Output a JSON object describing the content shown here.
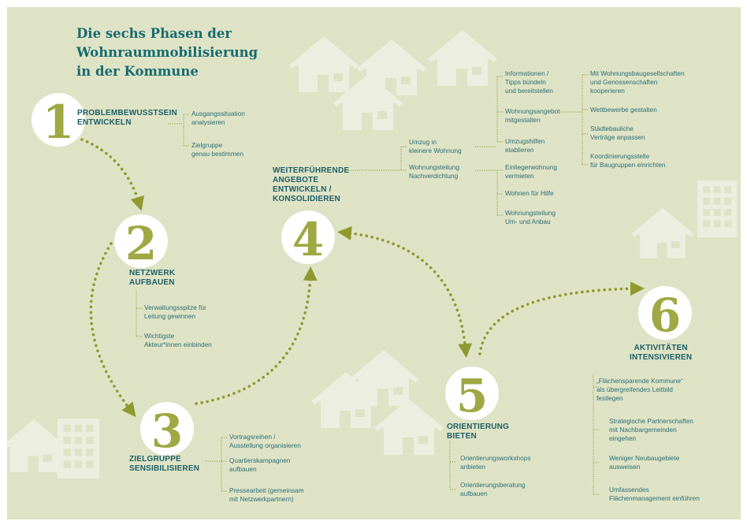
{
  "title": [
    "Die sechs Phasen der",
    "Wohnraummobilisierung",
    "in der Kommune"
  ],
  "colors": {
    "background": "#dfe3c6",
    "accent_green": "#8e9a2e",
    "text_teal": "#1b5e66",
    "circle": "#ffffff",
    "house": "#eceee0"
  },
  "phases": [
    {
      "number": "1",
      "label": [
        "PROBLEMBEWUSSTSEIN",
        "ENTWICKELN"
      ],
      "items": [
        [
          "Ausgangssituation",
          "analysieren"
        ],
        [
          "Zielgruppe",
          "genau bestimmen"
        ]
      ]
    },
    {
      "number": "2",
      "label": [
        "NETZWERK",
        "AUFBAUEN"
      ],
      "items": [
        [
          "Verwaltungsspitze für",
          "Leitung gewinnen"
        ],
        [
          "Wichtigste",
          "Akteur*innen einbinden"
        ]
      ]
    },
    {
      "number": "3",
      "label": [
        "ZIELGRUPPE",
        "SENSIBILISIEREN"
      ],
      "items": [
        [
          "Vortragsreihen /",
          "Ausstellung organisieren"
        ],
        [
          "Quartierskampagnen",
          "aufbauen"
        ],
        [
          "Pressearbeit (gemeinsam",
          "mit Netzwerkpartnern)"
        ]
      ]
    },
    {
      "number": "4",
      "label": [
        "WEITERFÜHRENDE",
        "ANGEBOTE",
        "ENTWICKELN /",
        "KONSOLIDIEREN"
      ],
      "branches": [
        {
          "label": [
            "Umzug in",
            "kleinere Wohnung"
          ],
          "items": [
            {
              "label": [
                "Informationen /",
                "Tipps bündeln",
                "und bereitstellen"
              ]
            },
            {
              "label": [
                "Wohnungsangebot",
                "mitgestalten"
              ],
              "subitems": [
                [
                  "Mit Wohnungsbaugesellschaften",
                  "und Genossenschaften",
                  "kooperieren"
                ],
                [
                  "Wettbewerbe gestalten"
                ],
                [
                  "Städtebauliche",
                  "Verträge anpassen"
                ],
                [
                  "Koordinierungsstelle",
                  "für Baugruppen einrichten"
                ]
              ]
            },
            {
              "label": [
                "Umzugshilfen",
                "etablieren"
              ]
            }
          ]
        },
        {
          "label": [
            "Wohnungsteilung",
            "Nachverdichtung"
          ],
          "items": [
            {
              "label": [
                "Einliegerwohnung",
                "vermieten"
              ]
            },
            {
              "label": [
                "Wohnen für Hilfe"
              ]
            },
            {
              "label": [
                "Wohnungsteilung",
                "Um- und Anbau"
              ]
            }
          ]
        }
      ]
    },
    {
      "number": "5",
      "label": [
        "ORIENTIERUNG",
        "BIETEN"
      ],
      "items": [
        [
          "Orientierungsworkshops",
          "anbieten"
        ],
        [
          "Orientierungsberatung",
          "aufbauen"
        ]
      ]
    },
    {
      "number": "6",
      "label": [
        "AKTIVITÄTEN",
        "INTENSIVIEREN"
      ],
      "items": [
        [
          "„Flächensparende Kommune“",
          "als übergreifendes Leitbild",
          "festlegen"
        ],
        [
          "Strategische Partnerschaften",
          "mit Nachbargemeinden",
          "eingehen"
        ],
        [
          "Weniger Neubaugebiete",
          "ausweisen"
        ],
        [
          "Umfassendes",
          "Flächenmanagement einführen"
        ]
      ]
    }
  ]
}
